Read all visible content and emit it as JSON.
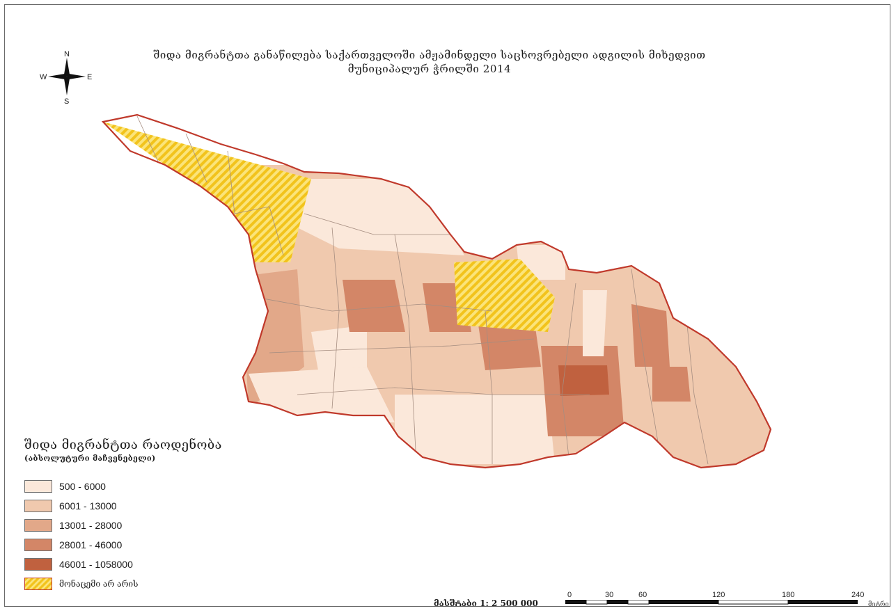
{
  "title": {
    "line1": "შიდა მიგრანტთა განაწილება საქართველოში ამჟამინდელი საცხოვრებელი ადგილის მიხედვით",
    "line2": "მუნიციპალურ ჭრილში 2014"
  },
  "compass": {
    "n": "N",
    "s": "S",
    "e": "E",
    "w": "W",
    "icon": "compass-rose-icon"
  },
  "legend": {
    "title": "შიდა მიგრანტთა რაოდენობა",
    "subtitle": "(აბსოლუტური მაჩვენებელი)",
    "classes": [
      {
        "label": "500 - 6000",
        "color": "#fbe8da"
      },
      {
        "label": "6001 - 13000",
        "color": "#f0c9ae"
      },
      {
        "label": "13001 - 28000",
        "color": "#e2a889"
      },
      {
        "label": "28001 - 46000",
        "color": "#d38667"
      },
      {
        "label": "46001 - 1058000",
        "color": "#c0613f"
      }
    ],
    "no_data": {
      "label": "მონაცემი არ არის",
      "fill": "#f2c31c",
      "stroke": "#c0392b"
    }
  },
  "scale": {
    "label": "მასშტაბი 1: 2 500 000",
    "ticks": [
      "0",
      "30",
      "60",
      "120",
      "180",
      "240"
    ],
    "unit": "მეტრი"
  }
}
